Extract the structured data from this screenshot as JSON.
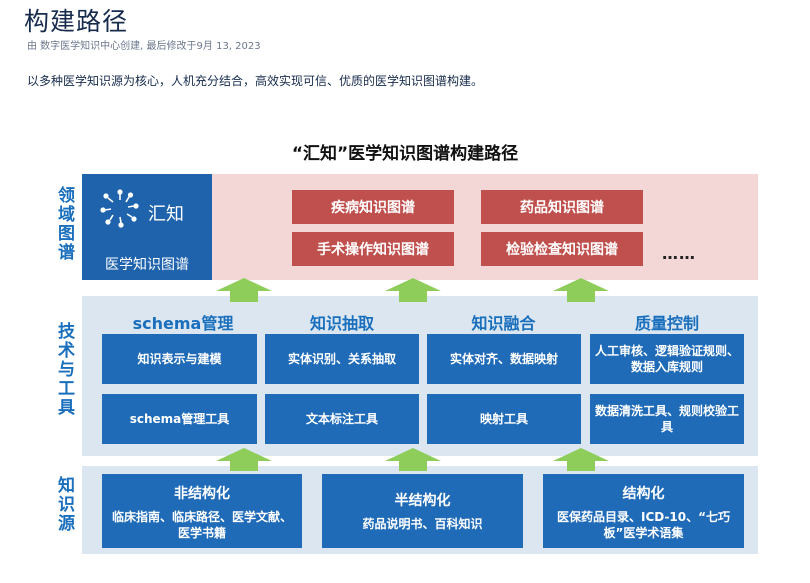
{
  "page": {
    "title": "构建路径",
    "byline": "由 数字医学知识中心创建, 最后修改于9月 13, 2023",
    "intro": "以多种医学知识源为核心，人机充分结合，高效实现可信、优质的医学知识图谱构建。"
  },
  "diagram": {
    "title": "“汇知”医学知识图谱构建路径",
    "row_labels": {
      "domain": "领域图谱",
      "tech": "技术与工具",
      "source": "知识源"
    },
    "logo": {
      "word": "汇知",
      "caption": "医学知识图谱",
      "icon": "radial-dots-logo"
    },
    "domain_graphs": [
      "疾病知识图谱",
      "药品知识图谱",
      "手术操作知识图谱",
      "检验检查知识图谱"
    ],
    "more": "……",
    "tech_columns": [
      {
        "head": "schema管理",
        "method": "知识表示与建模",
        "tool": "schema管理工具"
      },
      {
        "head": "知识抽取",
        "method": "实体识别、关系抽取",
        "tool": "文本标注工具"
      },
      {
        "head": "知识融合",
        "method": "实体对齐、数据映射",
        "tool": "映射工具"
      },
      {
        "head": "质量控制",
        "method": "人工审核、逻辑验证规则、数据入库规则",
        "tool": "数据清洗工具、规则校验工具"
      }
    ],
    "sources": [
      {
        "head": "非结构化",
        "text": "临床指南、临床路径、医学文献、医学书籍"
      },
      {
        "head": "半结构化",
        "text": "药品说明书、百科知识"
      },
      {
        "head": "结构化",
        "text": "医保药品目录、ICD-10、“七巧板”医学术语集"
      }
    ],
    "colors": {
      "accent_blue": "#1f6bb8",
      "label_blue": "#1a6fbd",
      "red": "#c0504d",
      "pink_band": "#f3d7d7",
      "blue_band": "#dbe6f1",
      "arrow_green": "#8fcd5a"
    }
  }
}
